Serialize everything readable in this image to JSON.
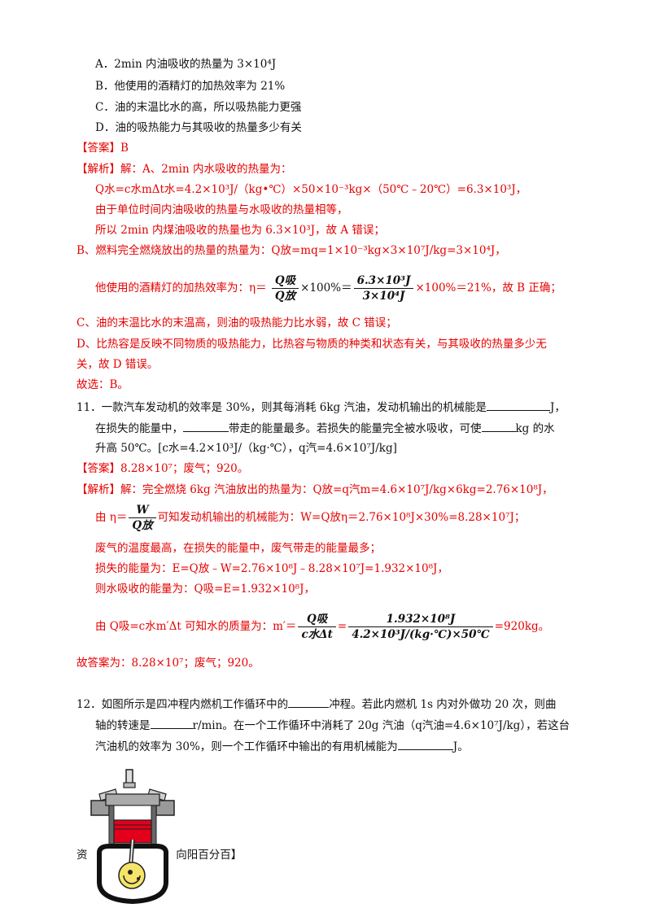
{
  "options": {
    "a": "A．2min 内油吸收的热量为 3×10⁴J",
    "b": "B．他使用的酒精灯的加热效率为 21%",
    "c": "C．油的末温比水的高，所以吸热能力更强",
    "d": "D．油的吸热能力与其吸收的热量多少有关"
  },
  "q10": {
    "answer": "【答案】B",
    "analysis_head": "【解析】",
    "analysis_line1": "解：A、2min 内水吸收的热量为：",
    "line2": "Q水=c水mΔt水=4.2×10³J/（kg•℃）×50×10⁻³kg×（50℃﹣20℃）=6.3×10³J，",
    "line3": "由于单位时间内油吸收的热量与水吸收的热量相等，",
    "line4": "所以 2min 内煤油吸收的热量也为 6.3×10³J，故 A 错误；",
    "line5": "B、燃料完全燃烧放出的热量的热量为：Q放=mq=1×10⁻³kg×3×10⁷J/kg=3×10⁴J，",
    "line6_pre": "他使用的酒精灯的加热效率为：η＝",
    "frac1_num": "Q吸",
    "frac1_den": "Q放",
    "line6_mid": "×100%＝",
    "frac2_num": "6.3×10³J",
    "frac2_den": "3×10⁴J",
    "line6_post": "×100%＝21%，故 B 正确；",
    "line7": "C、油的末温比水的末温高，则油的吸热能力比水弱，故 C 错误；",
    "line8": "D、比热容是反映不同物质的吸热能力，比热容与物质的种类和状态有关，与其吸收的热量多少无",
    "line9": "关，故 D 错误。",
    "line10": "故选：B。"
  },
  "q11": {
    "q_line1_a": "11．一款汽车发动机的效率是 30%，则其每消耗 6kg 汽油，发动机输出的机械能是",
    "q_line1_b": "J，",
    "q_line2_a": "在损失的能量中，",
    "q_line2_b": "带走的能量最多。若损失的能量完全被水吸收，可使",
    "q_line2_c": "kg 的水",
    "q_line3": "升高 50℃。[c水=4.2×10³J/（kg·℃），q汽=4.6×10⁷J/kg]",
    "answer": "【答案】8.28×10⁷；废气；920。",
    "analysis_head": "【解析】",
    "a_line1": "解：完全燃烧 6kg 汽油放出的热量为：Q放=q汽m=4.6×10⁷J/kg×6kg=2.76×10⁸J，",
    "a_line2_pre": "由 η＝",
    "frac3_num": "W",
    "frac3_den": "Q放",
    "a_line2_post": "可知发动机输出的机械能为：W=Q放η＝2.76×10⁸J×30%=8.28×10⁷J；",
    "a_line3": "废气的温度最高，在损失的能量中，废气带走的能量最多；",
    "a_line4": "损失的能量为：E=Q放﹣W=2.76×10⁸J﹣8.28×10⁷J=1.932×10⁸J，",
    "a_line5": "则水吸收的能量为：Q吸=E=1.932×10⁸J，",
    "a_line6_pre": "由 Q吸=c水m′Δt 可知水的质量为：m′＝",
    "frac4_num": "Q吸",
    "frac4_den": "c水Δt",
    "a_line6_eq": "=",
    "frac5_num": "1.932×10⁸J",
    "frac5_den": "4.2×10³J/(kg·℃)×50℃",
    "a_line6_post": "=920kg。",
    "final": "故答案为：8.28×10⁷；废气；920。"
  },
  "q12": {
    "line1_a": "12．如图所示是四冲程内燃机工作循环中的",
    "line1_b": "冲程。若此内燃机 1s 内对外做功 20 次，则曲",
    "line2_a": "轴的转速是",
    "line2_b": "r/min。在一个工作循环中消耗了 20g 汽油（q汽油=4.6×10⁷J/kg），若这台",
    "line3_a": "汽油机的效率为 30%，则一个工作循环中输出的有用机械能为",
    "line3_b": "J。",
    "source_left": "资",
    "source_right": "】：向阳百分百】"
  }
}
